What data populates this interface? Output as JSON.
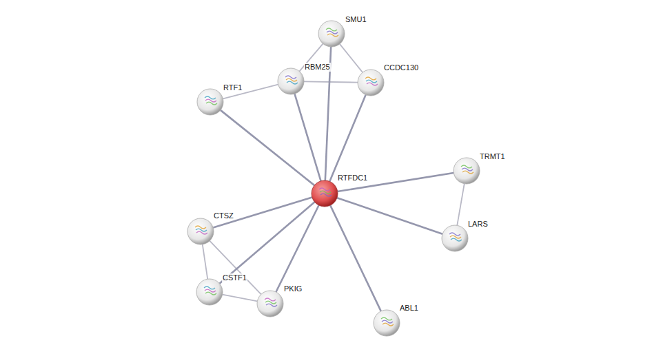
{
  "diagram": {
    "nodes": [
      {
        "text": [
          "SMU1"
        ]
      },
      {
        "text": [
          "RBM25"
        ]
      },
      {
        "text": [
          "CCDC130"
        ]
      },
      {
        "text": [
          "RTF1"
        ]
      },
      {
        "text": [
          "RTFDC1"
        ]
      },
      {
        "text": [
          "TRMT1"
        ]
      },
      {
        "text": [
          "LARS"
        ]
      },
      {
        "text": [
          "CTSZ"
        ]
      },
      {
        "text": [
          "CSTF1"
        ]
      },
      {
        "text": [
          "PKIG"
        ]
      },
      {
        "text": [
          "ABL1"
        ]
      }
    ],
    "edges": [
      {
        "from": 4,
        "to": 0,
        "arrow": "none"
      },
      {
        "from": 4,
        "to": 1,
        "arrow": "none"
      },
      {
        "from": 4,
        "to": 2,
        "arrow": "none"
      },
      {
        "from": 4,
        "to": 3,
        "arrow": "none"
      },
      {
        "from": 4,
        "to": 5,
        "arrow": "none"
      },
      {
        "from": 4,
        "to": 6,
        "arrow": "none"
      },
      {
        "from": 4,
        "to": 7,
        "arrow": "none"
      },
      {
        "from": 4,
        "to": 8,
        "arrow": "none"
      },
      {
        "from": 4,
        "to": 9,
        "arrow": "none"
      },
      {
        "from": 4,
        "to": 10,
        "arrow": "none"
      },
      {
        "from": 0,
        "to": 1,
        "arrow": "none"
      },
      {
        "from": 0,
        "to": 2,
        "arrow": "none"
      },
      {
        "from": 1,
        "to": 2,
        "arrow": "none"
      },
      {
        "from": 1,
        "to": 3,
        "arrow": "none"
      },
      {
        "from": 5,
        "to": 6,
        "arrow": "none"
      },
      {
        "from": 7,
        "to": 8,
        "arrow": "none"
      },
      {
        "from": 7,
        "to": 9,
        "arrow": "none"
      },
      {
        "from": 8,
        "to": 9,
        "arrow": "none"
      }
    ]
  }
}
